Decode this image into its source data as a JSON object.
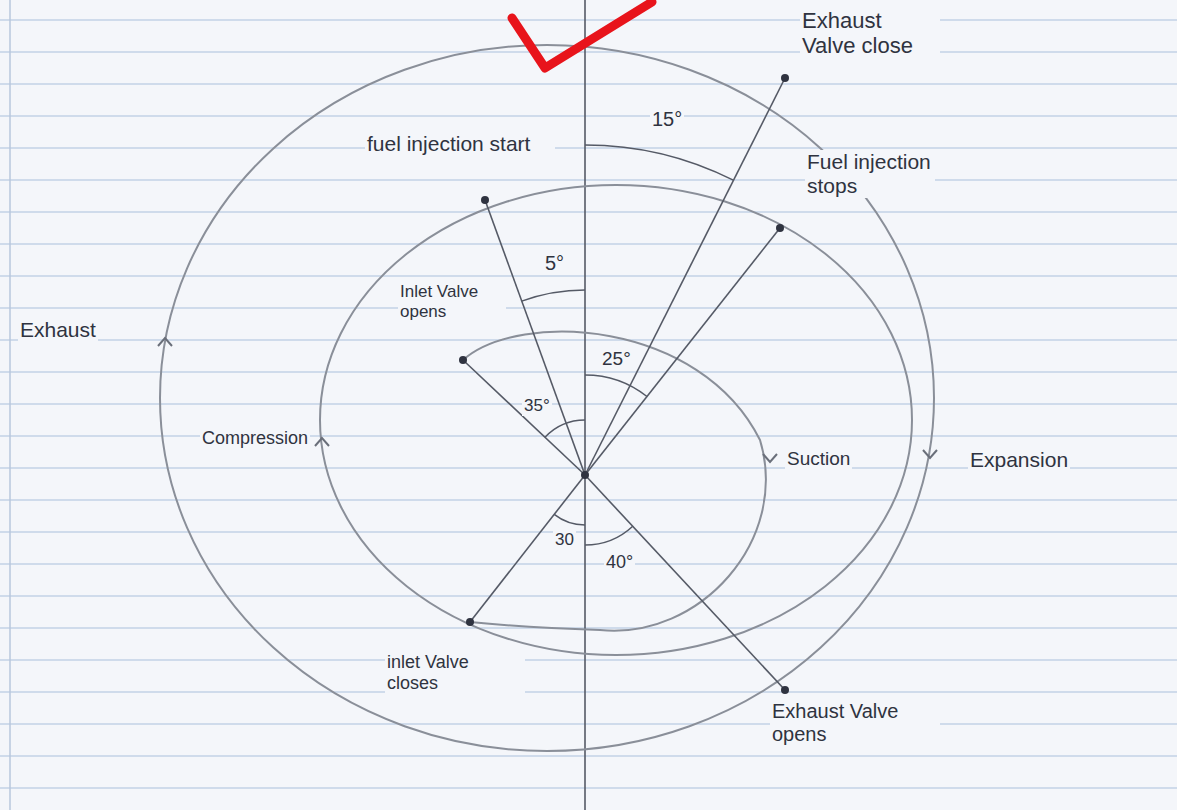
{
  "diagram": {
    "labels": [
      "Exhaust Valve close",
      "15°",
      "fuel injection start",
      "Fuel injection stops",
      "5°",
      "Inlet Valve opens",
      "25°",
      "35°",
      "Exhaust",
      "Compression",
      "Suction",
      "Expansion",
      "30",
      "40°",
      "inlet Valve closes",
      "Exhaust Valve opens"
    ]
  }
}
